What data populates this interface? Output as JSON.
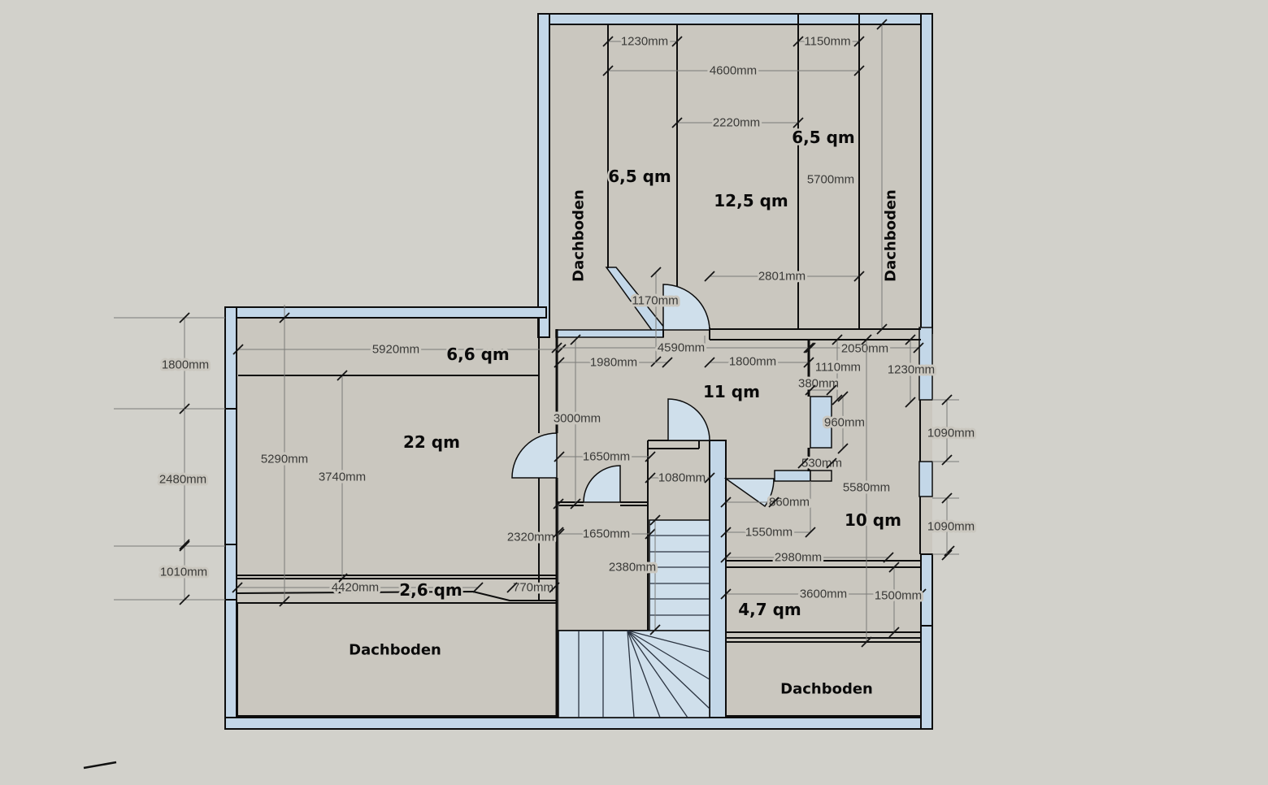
{
  "plan": {
    "unit": "mm",
    "area_unit": "qm",
    "rooms": {
      "attic_top_left": "Dachboden",
      "attic_top_right": "Dachboden",
      "attic_bottom_left": "Dachboden",
      "attic_bottom_right": "Dachboden",
      "room_65_left": "6,5 qm",
      "room_125": "12,5 qm",
      "room_65_right": "6,5 qm",
      "room_66": "6,6 qm",
      "room_22": "22 qm",
      "room_11": "11 qm",
      "room_10": "10 qm",
      "room_26": "2,6 qm",
      "room_47": "4,7 qm"
    },
    "dims": {
      "t1230": "1230mm",
      "t4600": "4600mm",
      "t2220": "2220mm",
      "t1150": "1150mm",
      "t5700": "5700mm",
      "t2801": "2801mm",
      "t1170": "1170mm",
      "l5920": "5920mm",
      "t4590": "4590mm",
      "t1980": "1980mm",
      "t1800b": "1800mm",
      "t2050": "2050mm",
      "t1110": "1110mm",
      "t1230r": "1230mm",
      "l1800": "1800mm",
      "l2480": "2480mm",
      "l1010": "1010mm",
      "l5290": "5290mm",
      "l3740": "3740mm",
      "c3000": "3000mm",
      "c1650a": "1650mm",
      "c1080": "1080mm",
      "c1650b": "1650mm",
      "c2320": "2320mm",
      "c2380": "2380mm",
      "c4420": "4420mm",
      "c770": "770mm",
      "r380": "380mm",
      "r960": "960mm",
      "r530": "530mm",
      "r860": "860mm",
      "r1550": "1550mm",
      "r2980": "2980mm",
      "r3600": "3600mm",
      "r1500": "1500mm",
      "r5580": "5580mm",
      "r1090a": "1090mm",
      "r1090b": "1090mm"
    }
  },
  "colors": {
    "background": "#d2d1cb",
    "floor": "#cac7bf",
    "wall": "#c3d7e8",
    "stair": "#cfdfeb",
    "outline": "#0d0d0d",
    "dim_line": "#7b7b78",
    "dim_text": "#3a3a38",
    "room_text": "#0a0a0a"
  }
}
